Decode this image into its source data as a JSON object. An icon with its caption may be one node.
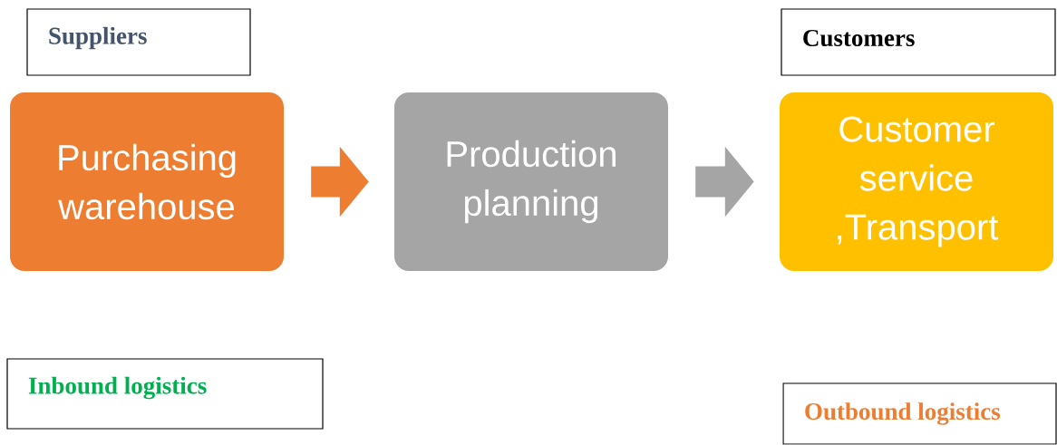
{
  "diagram": {
    "nodes": [
      {
        "text": [
          "Suppliers"
        ]
      },
      {
        "text": [
          "Customers"
        ]
      },
      {
        "text": [
          "Purchasing warehouse"
        ]
      },
      {
        "text": [
          "Production planning"
        ]
      },
      {
        "text": [
          "Customer service ,Transport"
        ]
      },
      {
        "text": [
          "Inbound logistics"
        ]
      },
      {
        "text": [
          "Outbound logistics"
        ]
      }
    ],
    "edges": [
      {
        "from": 2,
        "to": 3,
        "arrow": "to",
        "color": "#ed7d31"
      },
      {
        "from": 3,
        "to": 4,
        "arrow": "to",
        "color": "#a5a5a5"
      }
    ]
  }
}
